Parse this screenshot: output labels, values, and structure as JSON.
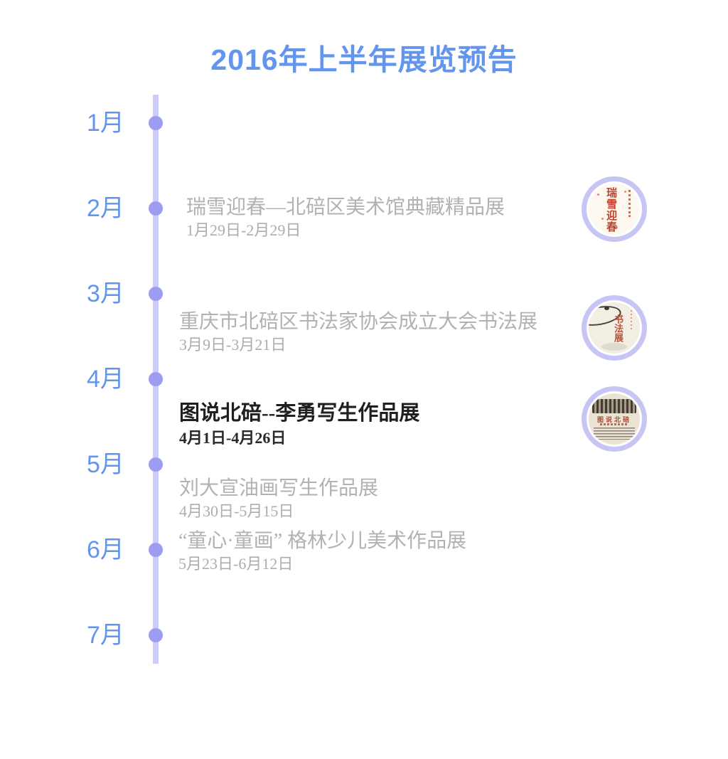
{
  "page": {
    "title": "2016年上半年展览预告"
  },
  "colors": {
    "accent_blue": "#6495ED",
    "timeline_line": "#cdccf6",
    "timeline_dot": "#9d9cf0",
    "thumb_ring": "#c6c5f3",
    "inactive_text": "#b2b2b2",
    "active_text": "#1f1f1f",
    "poster_red": "#c13f2b"
  },
  "timeline": {
    "months": [
      {
        "label": "1月"
      },
      {
        "label": "2月"
      },
      {
        "label": "3月"
      },
      {
        "label": "4月"
      },
      {
        "label": "5月"
      },
      {
        "label": "6月"
      },
      {
        "label": "7月"
      }
    ]
  },
  "exhibitions": [
    {
      "title": "瑞雪迎春—北碚区美术馆典藏精品展",
      "date": "1月29日-2月29日",
      "state": "past"
    },
    {
      "title": "重庆市北碚区书法家协会成立大会书法展",
      "date": "3月9日-3月21日",
      "state": "past"
    },
    {
      "title": "图说北碚--李勇写生作品展",
      "date": "4月1日-4月26日",
      "state": "current"
    },
    {
      "title": "刘大宣油画写生作品展",
      "date": "4月30日-5月15日",
      "state": "upcoming"
    },
    {
      "title": "“童心·童画” 格林少儿美术作品展",
      "date": "5月23日-6月12日",
      "state": "upcoming"
    }
  ],
  "thumbnails": [
    {
      "label": "瑞雪迎春"
    },
    {
      "label": "书法展"
    },
    {
      "label": "图说北碚"
    }
  ]
}
